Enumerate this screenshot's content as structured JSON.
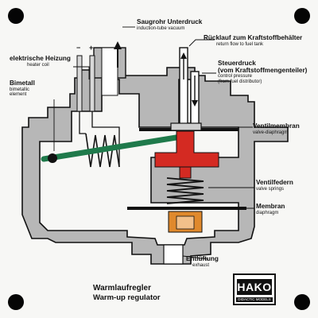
{
  "labels": {
    "intake": {
      "de": "Saugrohr Unterdruck",
      "en": "induction-tube vacuum"
    },
    "return": {
      "de": "Rücklauf zum Kraftstoffbehälter",
      "en": "return flow to fuel tank"
    },
    "control": {
      "de1": "Steuerdruck",
      "de2": "(vom Kraftstoffmengenteiler)",
      "en1": "control pressure",
      "en2": "(from fuel distributor)"
    },
    "heater": {
      "de": "elektrische Heizung",
      "en": "heater coil"
    },
    "bimetal": {
      "de": "Bimetall",
      "en1": "bimetallic",
      "en2": "element"
    },
    "diaphragm_valve": {
      "de": "Ventilmembran",
      "en": "valve-diaphragm"
    },
    "springs": {
      "de": "Ventilfedern",
      "en": "valve springs"
    },
    "membrane": {
      "de": "Membran",
      "en": "diaphragm"
    },
    "exhaust": {
      "de": "Entlüftung",
      "en": "exhaust"
    }
  },
  "title": {
    "de": "Warmlaufregler",
    "en": "Warm-up regulator"
  },
  "logo": {
    "name": "HAKO",
    "tagline": "DIDACTIC MODELS"
  },
  "terminal_signs": {
    "minus": "−",
    "plus": "+"
  },
  "colors": {
    "housing": "#b7b7b7",
    "housing_outline": "#111111",
    "cavity": "#ffffff",
    "bimetal_strip": "#1f7a4b",
    "valve_disk": "#d42a22",
    "valve_seat": "#e0892c",
    "diaphragm": "#111111"
  }
}
